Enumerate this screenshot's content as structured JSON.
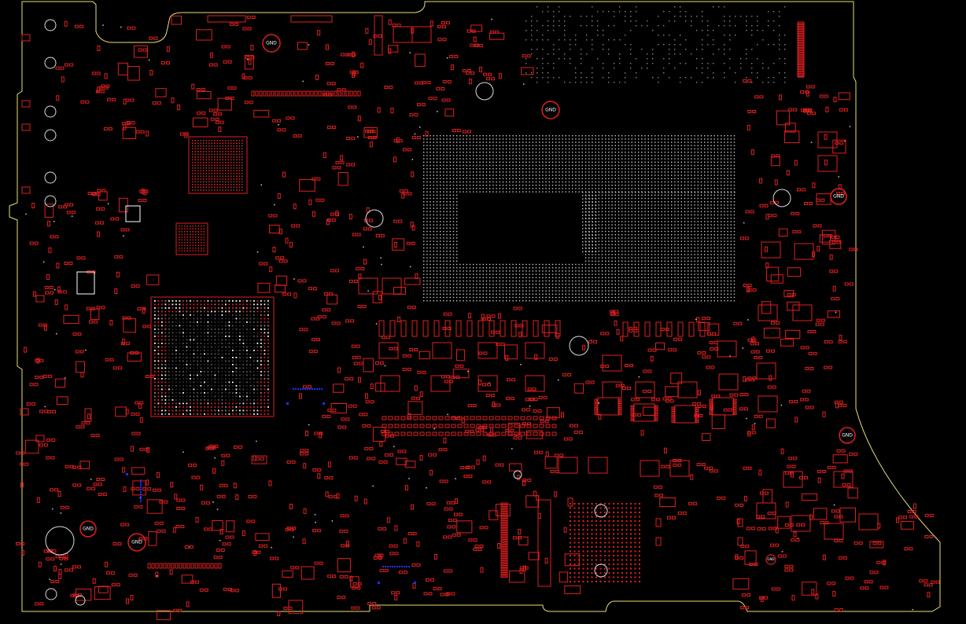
{
  "gnd_labels": [
    "GND",
    "GND",
    "GND",
    "GND",
    "GND",
    "GND",
    "GND"
  ],
  "colors": {
    "background": "#000000",
    "outline": "#e8e070",
    "component": "#e02020",
    "via": "#c8c8c8",
    "blue_pad": "#2030ff",
    "white_pad": "#ffffff"
  }
}
